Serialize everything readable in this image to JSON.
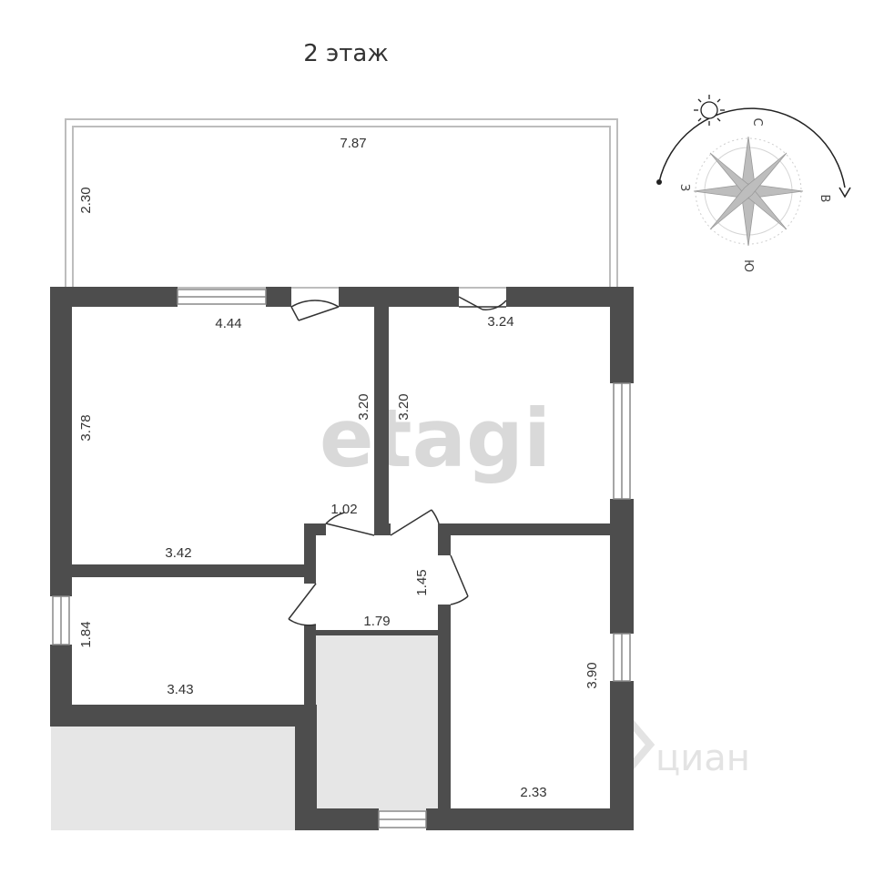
{
  "title": "2 этаж",
  "watermarks": {
    "center": "etagi",
    "corner": "циан"
  },
  "compass": {
    "north": "С",
    "south": "Ю",
    "east": "В",
    "west": "З"
  },
  "dimensions": {
    "balcony_width": "7.87",
    "balcony_depth": "2.30",
    "room1_width": "4.44",
    "room1_depth": "3.78",
    "room1_right": "3.20",
    "room1_bottom": "3.42",
    "room2_width": "3.24",
    "room2_left": "3.20",
    "hall_door": "1.02",
    "hall_depth": "1.45",
    "hall_width": "1.79",
    "room3_depth": "1.84",
    "room3_width": "3.43",
    "room4_depth": "3.90",
    "room4_width": "2.33"
  },
  "colors": {
    "wall": "#4d4d4d",
    "fill": "#e6e6e6",
    "line": "#bbbbbb"
  }
}
